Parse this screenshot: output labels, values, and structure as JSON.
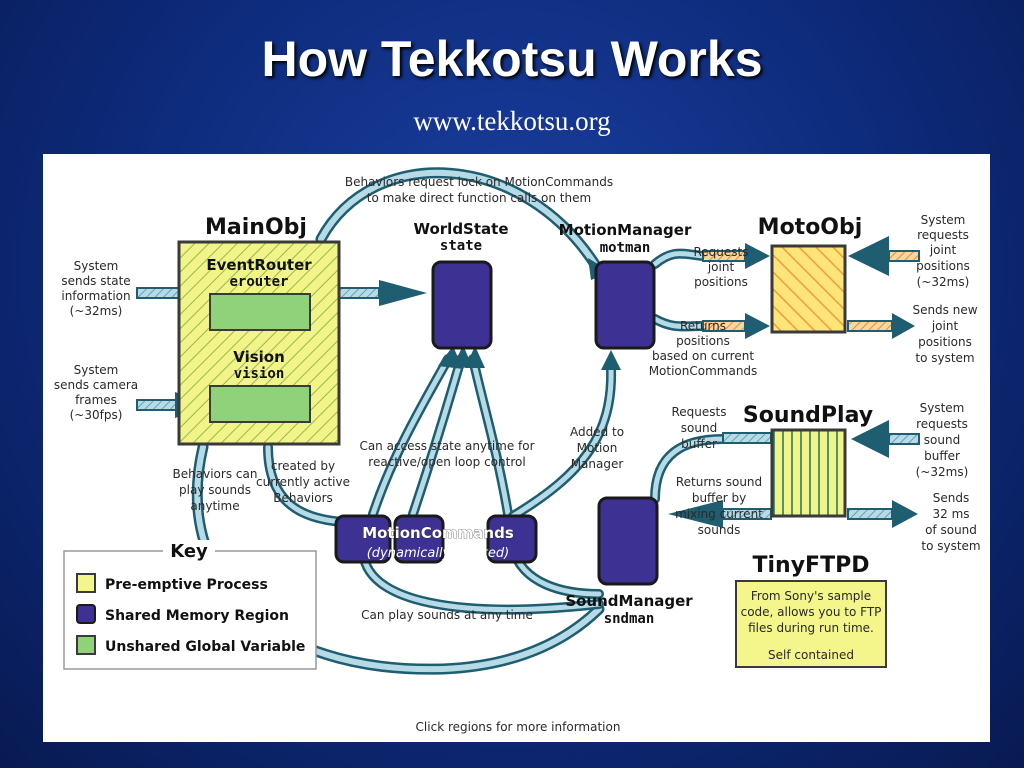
{
  "slide": {
    "title": "How Tekkotsu Works",
    "url": "www.tekkotsu.org"
  },
  "diagram": {
    "top_note": [
      "Behaviors request lock on MotionCommands",
      "to make direct function calls on them"
    ],
    "mainobj": {
      "title": "MainObj",
      "eventrouter": "EventRouter",
      "erouter": "erouter",
      "vision": "Vision",
      "vision_var": "vision"
    },
    "worldstate": {
      "title": "WorldState",
      "var": "state"
    },
    "motionmanager": {
      "title": "MotionManager",
      "var": "motman"
    },
    "motoobj": {
      "title": "MotoObj"
    },
    "soundplay": {
      "title": "SoundPlay"
    },
    "soundmanager": {
      "title": "SoundManager",
      "var": "sndman"
    },
    "motioncommands": {
      "title": "MotionCommands",
      "subtitle": "(dynamically created)",
      "dots": "..."
    },
    "tinyftpd": {
      "title": "TinyFTPD",
      "lines": [
        "From Sony's sample",
        "code, allows you to FTP",
        "files during run time."
      ],
      "self_contained": "Self contained"
    },
    "labels": {
      "sys_state": [
        "System",
        "sends state",
        "information",
        "(~32ms)"
      ],
      "sys_camera": [
        "System",
        "sends camera",
        "frames",
        "(~30fps)"
      ],
      "req_joint": [
        "Requests",
        "joint",
        "positions"
      ],
      "ret_positions": [
        "Returns",
        "positions",
        "based on current",
        "MotionCommands"
      ],
      "sys_req_joint": [
        "System",
        "requests",
        "joint",
        "positions",
        "(~32ms)"
      ],
      "sends_new_joint": [
        "Sends new",
        "joint",
        "positions",
        "to system"
      ],
      "req_sound": [
        "Requests",
        "sound",
        "buffer"
      ],
      "ret_sound": [
        "Returns sound",
        "buffer by",
        "mixing current",
        "sounds"
      ],
      "sys_req_sound": [
        "System",
        "requests",
        "sound",
        "buffer",
        "(~32ms)"
      ],
      "sends_32ms": [
        "Sends",
        "32 ms",
        "of sound",
        "to system"
      ],
      "added_to": [
        "Added to",
        "Motion",
        "Manager"
      ],
      "can_access": [
        "Can access state anytime for",
        "reactive/open loop control"
      ],
      "created_by": [
        "created by",
        "currently active",
        "Behaviors"
      ],
      "behaviors_play": [
        "Behaviors can",
        "play sounds",
        "anytime"
      ],
      "can_play": "Can play sounds at any time",
      "click_regions": "Click regions for more information"
    },
    "key": {
      "title": "Key",
      "items": [
        {
          "label": "Pre-emptive Process",
          "color": "#f4f58a"
        },
        {
          "label": "Shared Memory Region",
          "color": "#3d3294"
        },
        {
          "label": "Unshared Global Variable",
          "color": "#8fd27a"
        }
      ]
    }
  }
}
